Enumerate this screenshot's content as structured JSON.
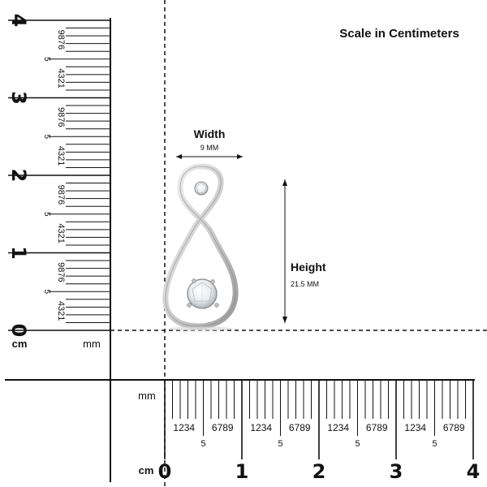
{
  "title": "Scale in Centimeters",
  "width": {
    "label": "Width",
    "value": "9 MM"
  },
  "height": {
    "label": "Height",
    "value": "21.5 MM"
  },
  "units": {
    "cm": "cm",
    "mm": "mm"
  },
  "vertical_scale": {
    "cm_labels": [
      "0",
      "1",
      "2",
      "3",
      "4"
    ],
    "digit_groups": [
      "4321",
      "5",
      "9876"
    ]
  },
  "horizontal_scale": {
    "cm_labels": [
      "0",
      "1",
      "2",
      "3",
      "4"
    ],
    "digits_left": "1234",
    "digit_five": "5",
    "digits_right": "6789"
  },
  "product": {
    "name": "infinity-drop-diamond-pendant",
    "metal_color": "#d9d9d9",
    "stone_color": "#f2f4f6"
  }
}
